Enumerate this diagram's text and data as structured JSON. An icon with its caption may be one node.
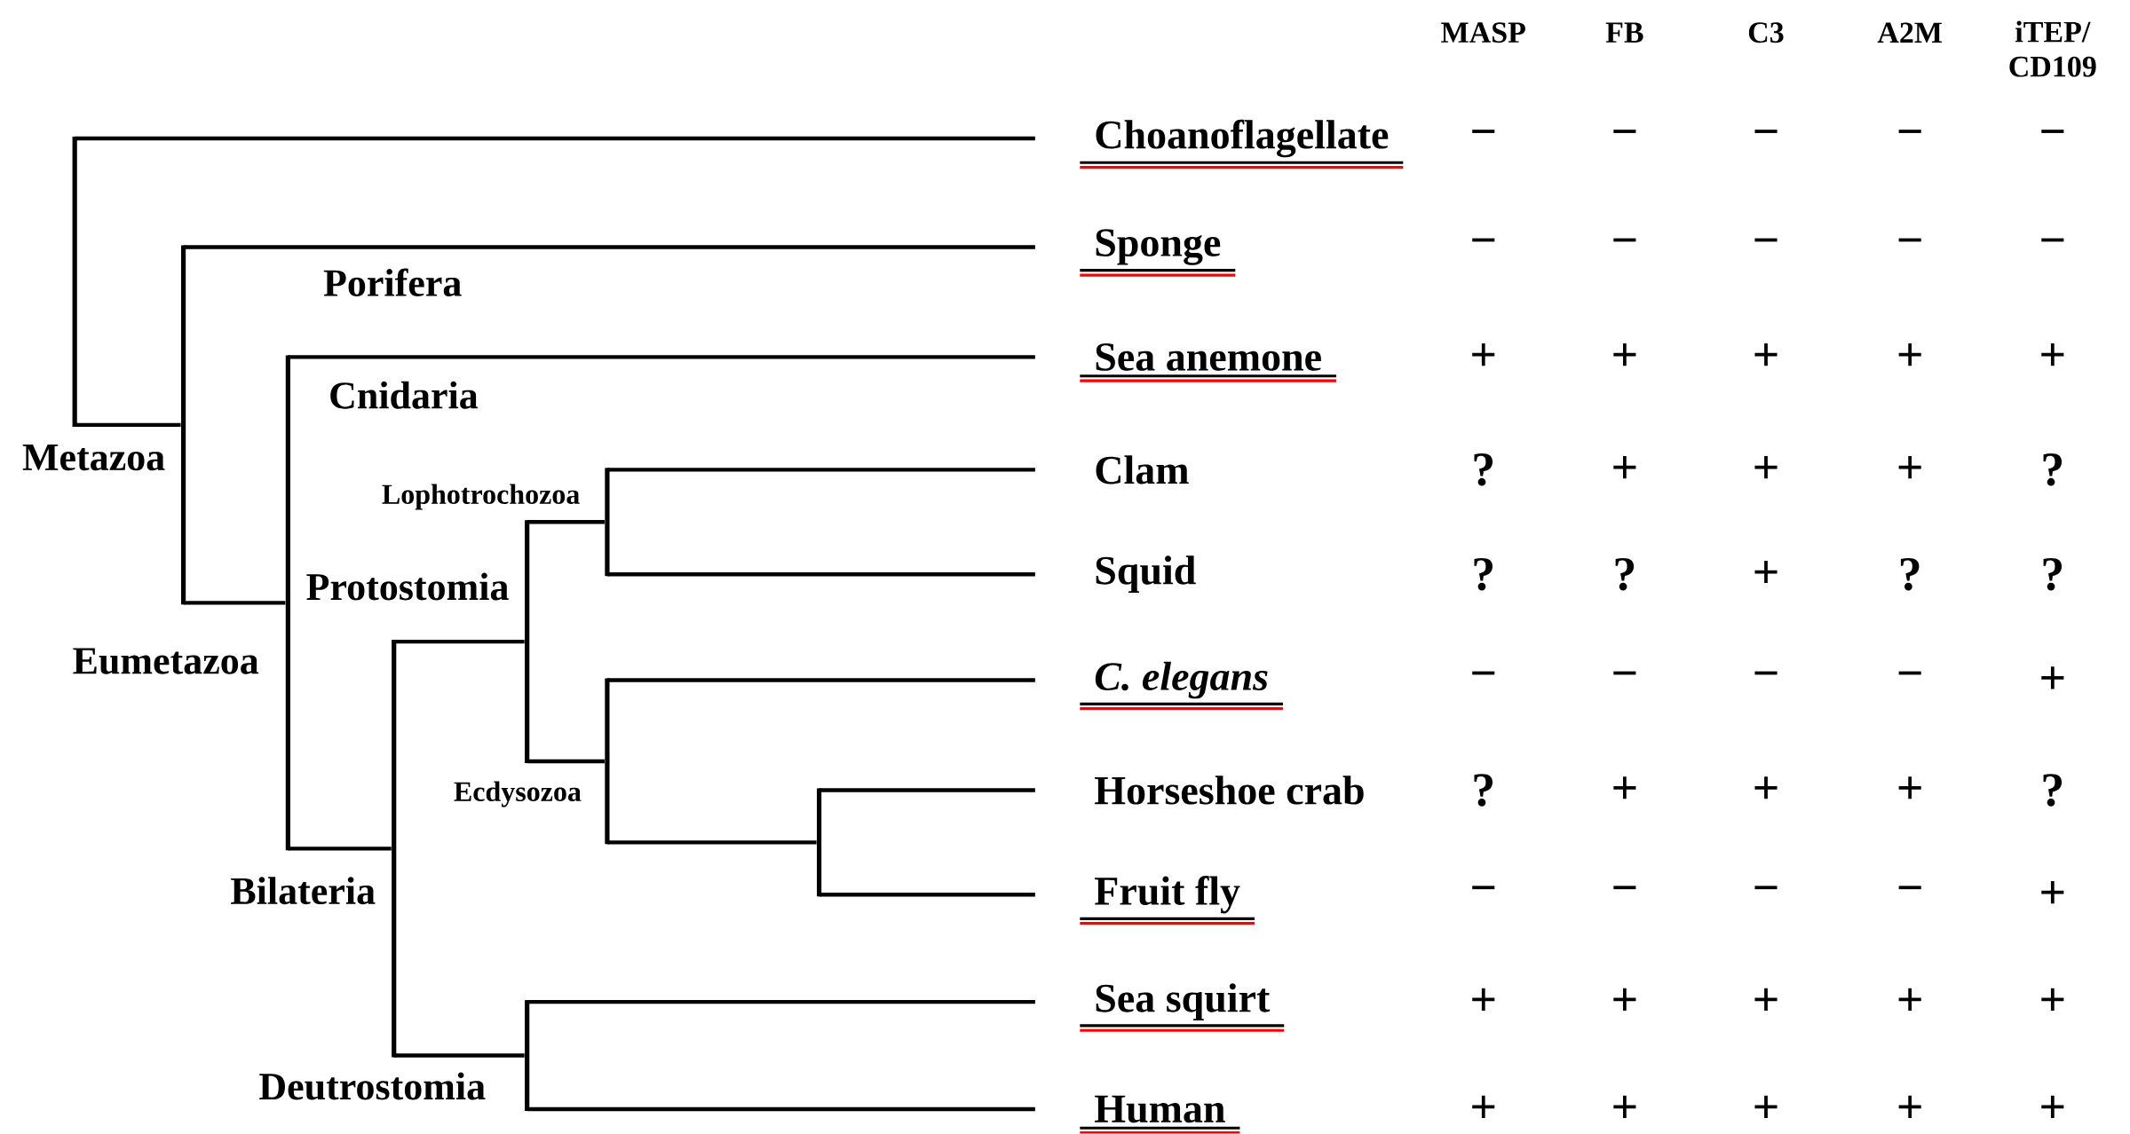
{
  "diagram": {
    "nodes": [
      {
        "text": [
          "Choanoflagellate"
        ]
      },
      {
        "text": [
          "Sponge"
        ]
      },
      {
        "text": [
          "Sea anemone"
        ]
      },
      {
        "text": [
          "Clam"
        ]
      },
      {
        "text": [
          "Squid"
        ]
      },
      {
        "text": [
          "C. elegans"
        ]
      },
      {
        "text": [
          "Horseshoe crab"
        ]
      },
      {
        "text": [
          "Fruit fly"
        ]
      },
      {
        "text": [
          "Sea squirt"
        ]
      },
      {
        "text": [
          "Human"
        ]
      },
      {
        "text": [],
        "shape": "bar"
      },
      {
        "text": [],
        "shape": "bar"
      },
      {
        "text": [],
        "shape": "bar"
      },
      {
        "text": [],
        "shape": "bar"
      },
      {
        "text": [],
        "shape": "bar"
      },
      {
        "text": [],
        "shape": "bar"
      },
      {
        "text": [],
        "shape": "bar"
      },
      {
        "text": [],
        "shape": "bar"
      },
      {
        "text": [],
        "shape": "bar"
      }
    ],
    "edges": [
      {
        "from": 10,
        "to": 0,
        "arrow": "none"
      },
      {
        "from": 10,
        "to": 11,
        "arrow": "none"
      },
      {
        "from": 11,
        "to": 1,
        "arrow": "none"
      },
      {
        "from": 11,
        "to": 12,
        "arrow": "none"
      },
      {
        "from": 12,
        "to": 2,
        "arrow": "none"
      },
      {
        "from": 12,
        "to": 13,
        "arrow": "none"
      },
      {
        "from": 13,
        "to": 14,
        "arrow": "none"
      },
      {
        "from": 13,
        "to": 15,
        "arrow": "none"
      },
      {
        "from": 14,
        "to": 16,
        "arrow": "none"
      },
      {
        "from": 14,
        "to": 17,
        "arrow": "none"
      },
      {
        "from": 16,
        "to": 3,
        "arrow": "none"
      },
      {
        "from": 16,
        "to": 4,
        "arrow": "none"
      },
      {
        "from": 17,
        "to": 5,
        "arrow": "none"
      },
      {
        "from": 17,
        "to": 18,
        "arrow": "none"
      },
      {
        "from": 18,
        "to": 6,
        "arrow": "none"
      },
      {
        "from": 18,
        "to": 7,
        "arrow": "none"
      },
      {
        "from": 15,
        "to": 8,
        "arrow": "none"
      },
      {
        "from": 15,
        "to": 9,
        "arrow": "none"
      }
    ],
    "labels": [
      "MASP",
      "FB",
      "C3",
      "A2M",
      "iTEP/ CD109",
      "−",
      "−",
      "−",
      "−",
      "−",
      "−",
      "−",
      "−",
      "−",
      "−",
      "+",
      "+",
      "+",
      "+",
      "+",
      "?",
      "+",
      "+",
      "+",
      "?",
      "?",
      "?",
      "+",
      "?",
      "?",
      "−",
      "−",
      "−",
      "−",
      "+",
      "?",
      "+",
      "+",
      "+",
      "?",
      "−",
      "−",
      "−",
      "−",
      "+",
      "+",
      "+",
      "+",
      "+",
      "+",
      "+",
      "+",
      "+",
      "+",
      "+",
      "Porifera",
      "Cnidaria",
      "Metazoa",
      "Lophotrochozoa",
      "Protostomia",
      "Eumetazoa",
      "Ecdysozoa",
      "Bilateria",
      "Deutrostomia"
    ]
  }
}
